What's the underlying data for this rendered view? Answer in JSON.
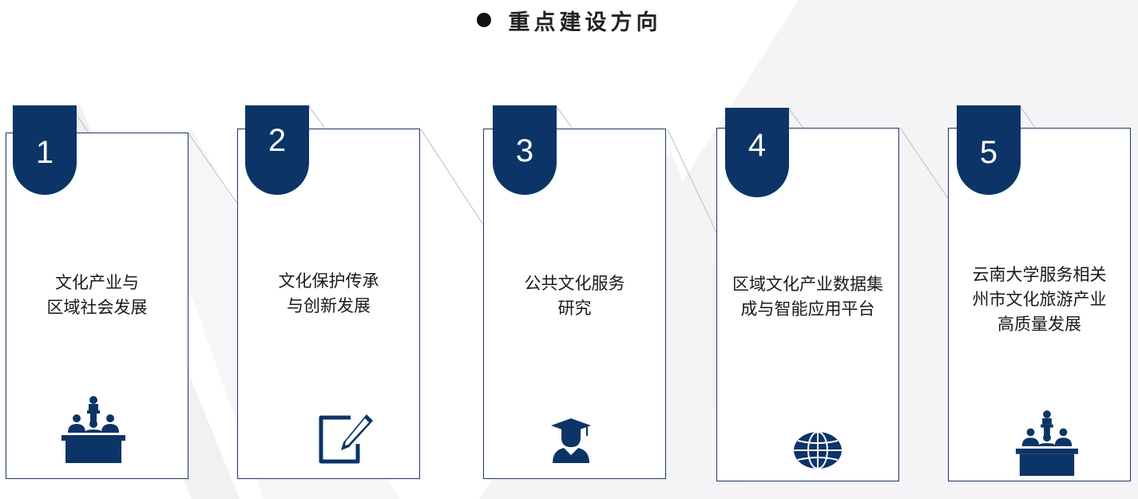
{
  "page": {
    "title": "重点建设方向"
  },
  "colors": {
    "accent": "#0c3466",
    "card_border": "#1f3864",
    "text": "#1a1a1a"
  },
  "cards": [
    {
      "number": "1",
      "label": "文化产业与\n区域社会发展",
      "icon": "conference-podium-icon"
    },
    {
      "number": "2",
      "label": "文化保护传承\n与创新发展",
      "icon": "document-pen-icon"
    },
    {
      "number": "3",
      "label": "公共文化服务\n研究",
      "icon": "graduate-icon"
    },
    {
      "number": "4",
      "label": "区域文化产业数据集\n成与智能应用平台",
      "icon": "globe-icon"
    },
    {
      "number": "5",
      "label": "云南大学服务相关\n州市文化旅游产业\n高质量发展",
      "icon": "conference-podium-icon"
    }
  ]
}
